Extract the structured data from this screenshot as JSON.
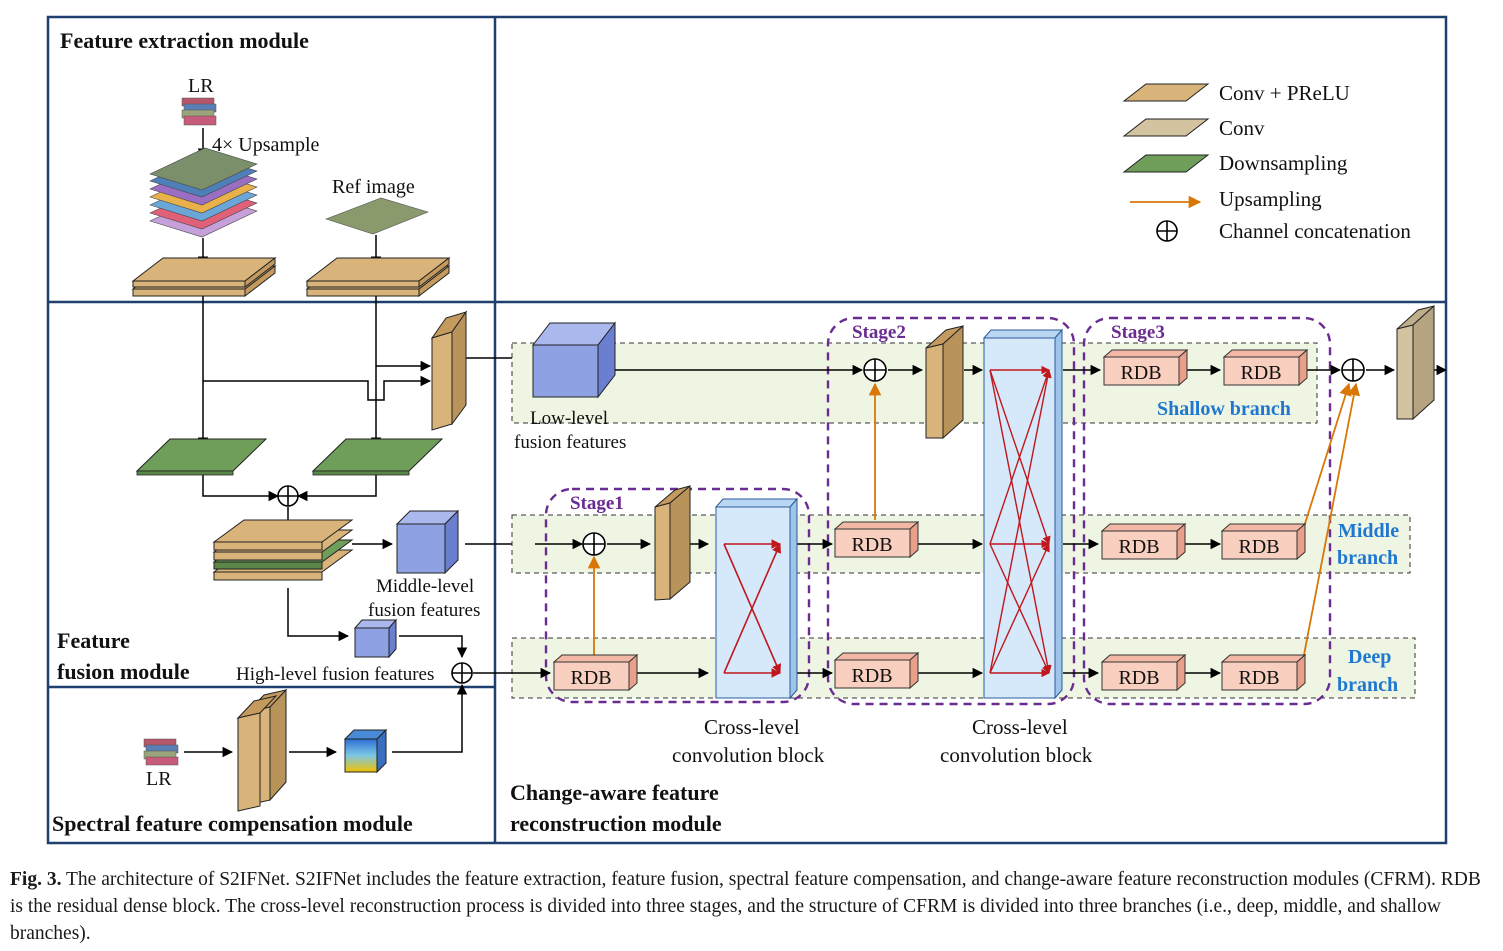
{
  "modules": {
    "feature_extraction": "Feature extraction module",
    "feature_fusion_line1": "Feature",
    "feature_fusion_line2": "fusion module",
    "spectral_compensation": "Spectral feature compensation  module",
    "cfrm_line1": "Change-aware feature",
    "cfrm_line2": "reconstruction module"
  },
  "extraction": {
    "lr_label": "LR",
    "upsample_label": "4× Upsample",
    "ref_label": "Ref image"
  },
  "fusion": {
    "middle_line1": "Middle-level",
    "middle_line2": "fusion features",
    "high_label": "High-level fusion features",
    "low_line1": "Low-level",
    "low_line2": "fusion features"
  },
  "spectral": {
    "lr_label": "LR"
  },
  "legend": {
    "conv_prelu": "Conv + PReLU",
    "conv": "Conv",
    "downsampling": "Downsampling",
    "upsampling": "Upsampling",
    "concat": "Channel concatenation"
  },
  "stages": {
    "stage1": "Stage1",
    "stage2": "Stage2",
    "stage3": "Stage3"
  },
  "blocks": {
    "rdb": "RDB",
    "cross_line1": "Cross-level",
    "cross_line2": "convolution block"
  },
  "branches": {
    "shallow": "Shallow branch",
    "middle_line1": "Middle",
    "middle_line2": "branch",
    "deep_line1": "Deep",
    "deep_line2": "branch"
  },
  "colors": {
    "module_border": "#1f3f6e",
    "conv_prelu": "#d9b47a",
    "conv": "#d3c3a0",
    "downsampling": "#6f9d5a",
    "upsampling": "#d97706",
    "stage_border": "#6a2c91",
    "branch_fill": "#eef5e3",
    "rdb_fill": "#f9cfc0",
    "cross_fill": "#d6e9fb",
    "cross_lines": "#c0171d",
    "branch_text": "#1f77d0"
  },
  "caption": {
    "fig": "Fig. 3.",
    "text": "The architecture of S2IFNet. S2IFNet includes the feature extraction, feature fusion, spectral feature compensation, and change-aware feature reconstruction modules (CFRM). RDB is the residual dense block. The cross-level reconstruction process is divided into three stages, and the structure of CFRM is divided into three branches (i.e., deep, middle, and shallow branches)."
  }
}
